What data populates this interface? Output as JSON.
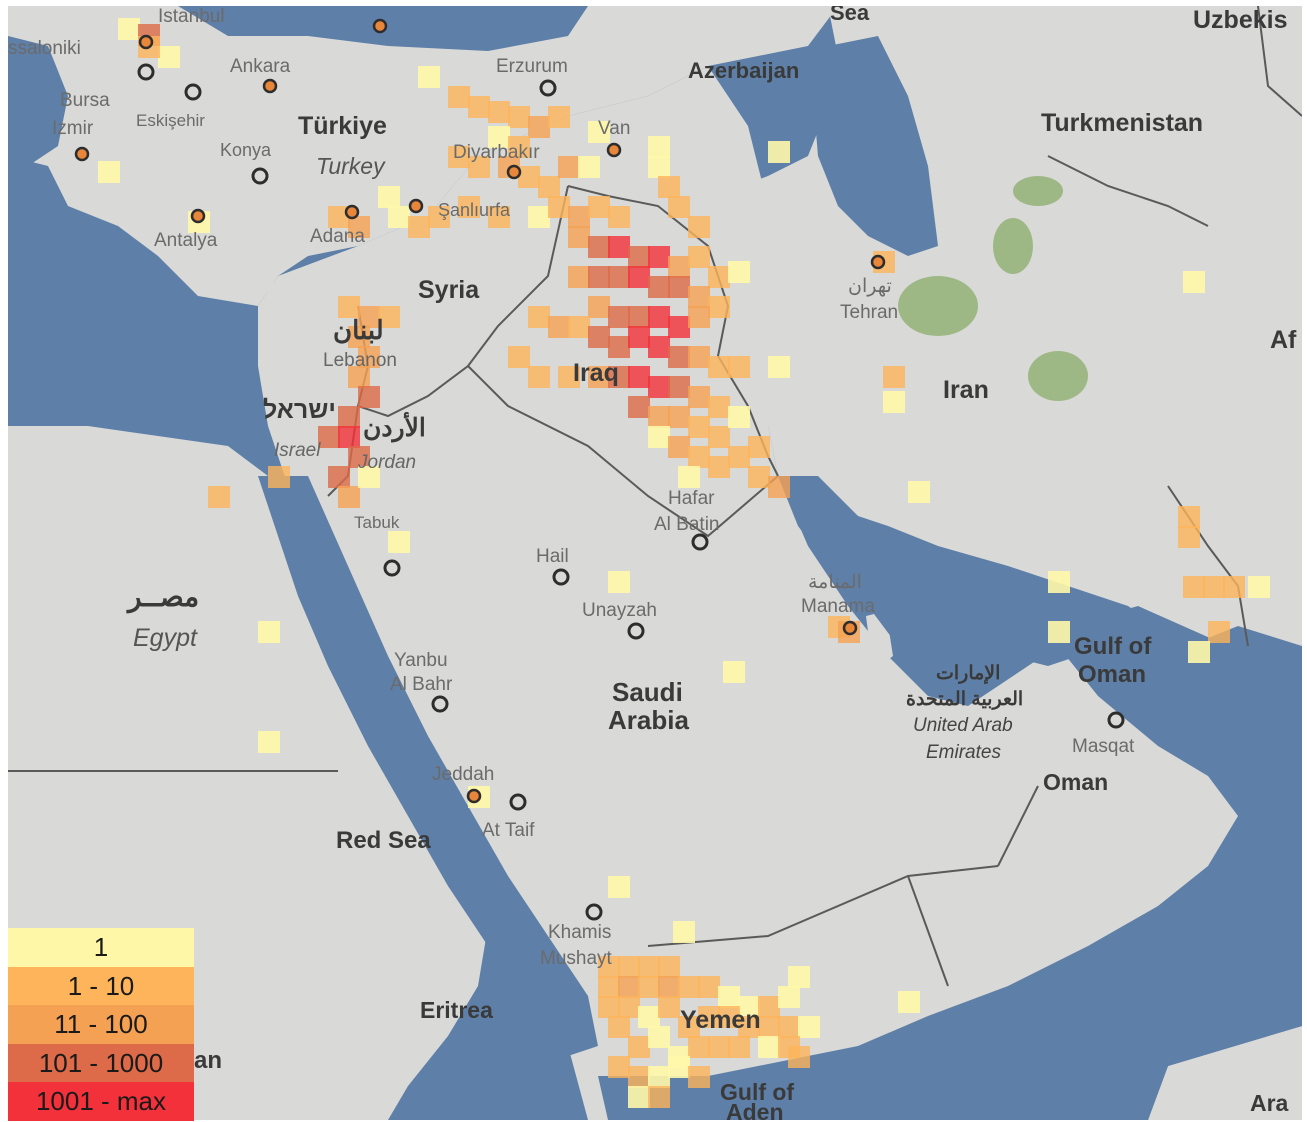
{
  "colors": {
    "water": "#5e7fa8",
    "land": "#d9d9d7",
    "border": "#5a5a5a",
    "vegetation": "#8aad6a",
    "label": "#3a3a3a",
    "city_label": "#6b6b6b",
    "dot": "#2d2d2d"
  },
  "country_labels": [
    {
      "text": "Türkiye",
      "bold": true
    },
    {
      "text": "Turkey",
      "bold": false
    },
    {
      "text": "Syria",
      "bold": true
    },
    {
      "text": "Lebanon",
      "bold": false
    },
    {
      "text": "لبنان",
      "bold": true
    },
    {
      "text": "Iraq",
      "bold": true
    },
    {
      "text": "Iran",
      "bold": true
    },
    {
      "text": "Turkmenistan",
      "bold": true
    },
    {
      "text": "Azerbaijan",
      "bold": true
    },
    {
      "text": "Uzbekis",
      "bold": true
    },
    {
      "text": "Saudi",
      "bold": true
    },
    {
      "text": "Arabia",
      "bold": true
    },
    {
      "text": "مصــر",
      "bold": true
    },
    {
      "text": "Egypt",
      "bold": false
    },
    {
      "text": "Israel",
      "bold": false
    },
    {
      "text": "ישראל",
      "bold": true
    },
    {
      "text": "الأردن",
      "bold": true
    },
    {
      "text": "Jordan",
      "bold": false
    },
    {
      "text": "Yemen",
      "bold": true
    },
    {
      "text": "Oman",
      "bold": true
    },
    {
      "text": "United Arab",
      "bold": false
    },
    {
      "text": "Emirates",
      "bold": false
    },
    {
      "text": "الإمارات",
      "bold": true
    },
    {
      "text": "العربية المتحدة",
      "bold": true
    },
    {
      "text": "Eritrea",
      "bold": true
    },
    {
      "text": "an",
      "bold": true
    },
    {
      "text": "Af",
      "bold": true
    },
    {
      "text": "Ara",
      "bold": true
    }
  ],
  "water_labels": [
    "Red Sea",
    "Gulf of",
    "Oman",
    "Gulf of",
    "Aden",
    "Sea"
  ],
  "cities": [
    "Istanbul",
    "ssaloniki",
    "Bursa",
    "Izmir",
    "Eskişehir",
    "Ankara",
    "Konya",
    "Antalya",
    "Adana",
    "Erzurum",
    "Van",
    "Diyarbakır",
    "Şanlıurfa",
    "Tehran",
    "تهران",
    "Tabuk",
    "Hail",
    "Hafar",
    "Al Batin",
    "Unayzah",
    "Manama",
    "المنامة",
    "Yanbu",
    "Al Bahr",
    "Jeddah",
    "At Taif",
    "Khamis",
    "Mushayt",
    "Masqat"
  ],
  "legend": [
    {
      "label": "1",
      "color": "#fff7a8"
    },
    {
      "label": "1 - 10",
      "color": "#fdb45a"
    },
    {
      "label": "11 - 100",
      "color": "#f5a153"
    },
    {
      "label": "101 - 1000",
      "color": "#dd6a49"
    },
    {
      "label": "1001 - max",
      "color": "#f2313a"
    }
  ]
}
